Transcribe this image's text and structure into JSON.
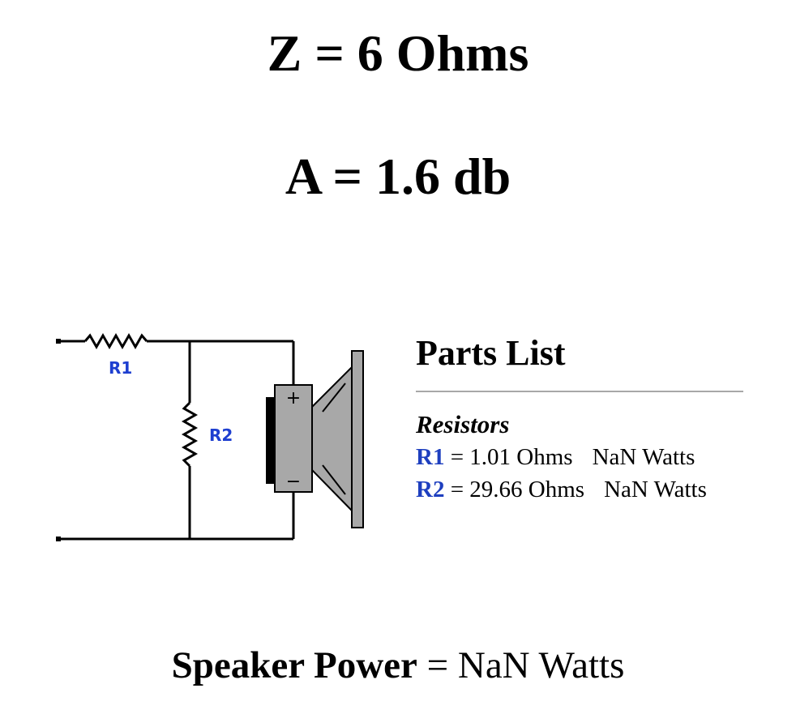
{
  "header": {
    "impedance": "Z = 6 Ohms",
    "attenuation": "A = 1.6 db"
  },
  "circuit": {
    "r1_label": "R1",
    "r2_label": "R2",
    "speaker_plus": "+",
    "speaker_minus": "−"
  },
  "parts_list": {
    "title": "Parts List",
    "section": "Resistors",
    "items": [
      {
        "ref": "R1",
        "value": "= 1.01 Ohms",
        "power": "NaN Watts"
      },
      {
        "ref": "R2",
        "value": "= 29.66 Ohms",
        "power": "NaN Watts"
      }
    ]
  },
  "footer": {
    "label": "Speaker Power",
    "value": "= NaN Watts"
  },
  "colors": {
    "label_blue": "#1e3fd0",
    "rule_gray": "#a8a8a8",
    "speaker_gray": "#a8a8a8"
  }
}
